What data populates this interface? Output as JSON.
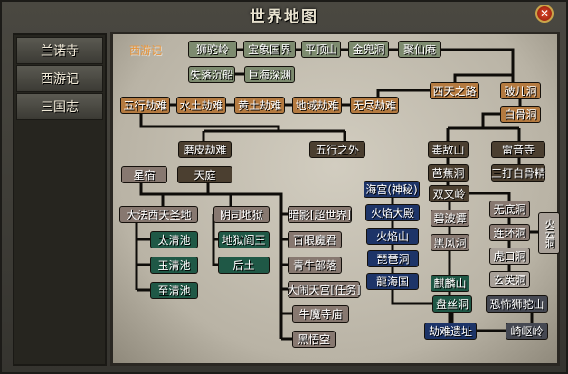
{
  "window": {
    "title": "世界地图",
    "close_icon": "close-icon"
  },
  "sidebar": {
    "items": [
      {
        "label": "兰诺寺"
      },
      {
        "label": "西游记"
      },
      {
        "label": "三国志"
      }
    ]
  },
  "map": {
    "section_label": "西游记",
    "nodes": {
      "shituoling": "狮驼岭",
      "baoxiang": "宝象国界",
      "pingding": "平顶山",
      "jindou": "金兜洞",
      "juxian": "聚仙庵",
      "shiluo": "失落沉船",
      "juhai": "巨海深渊",
      "xitian": "西天之路",
      "poer": "破儿洞",
      "baigu": "白骨洞",
      "wuxing": "五行劫难",
      "shuitu": "水土劫难",
      "huangtu": "黄土劫难",
      "diyu": "地域劫难",
      "wujin": "无尽劫难",
      "mopi": "磨皮劫难",
      "wuxingzw": "五行之外",
      "dudi": "毒敌山",
      "leiyin": "雷音寺",
      "bajiao": "芭蕉洞",
      "sanda": "三打白骨精",
      "xingxiu": "星宿",
      "tianting": "天庭",
      "dafa": "大法西天圣地",
      "yinsi": "阴司地狱",
      "taiqing": "太清池",
      "yuqing": "玉清池",
      "zhiqing": "至清池",
      "diyuyw": "地狱阎王",
      "houtu": "后土",
      "anying": "暗影[超世界]",
      "baiyan": "百眼魔君",
      "qingniu": "青牛部落",
      "danao": "大闹天宫[任务]",
      "niumo": "牛魔寺庙",
      "heiwukong": "黑悟空",
      "haigong": "海宫(神秘)",
      "huoyandd": "火焰大殿",
      "huoyanshan": "火焰山",
      "pipa": "琵琶洞",
      "longhai": "龍海国",
      "shuangcha": "双叉岭",
      "bibo": "碧波谭",
      "heifeng": "黑风洞",
      "qilin": "麒麟山",
      "pansi": "盘丝洞",
      "jienan": "劫难遗址",
      "wudi": "无底洞",
      "lianhuan": "连环洞",
      "hukou": "虎口洞",
      "xuanying": "玄英洞",
      "huoyun": "火云洞",
      "kongbu": "恐怖狮驼山",
      "qiqu": "崎岖岭"
    }
  }
}
